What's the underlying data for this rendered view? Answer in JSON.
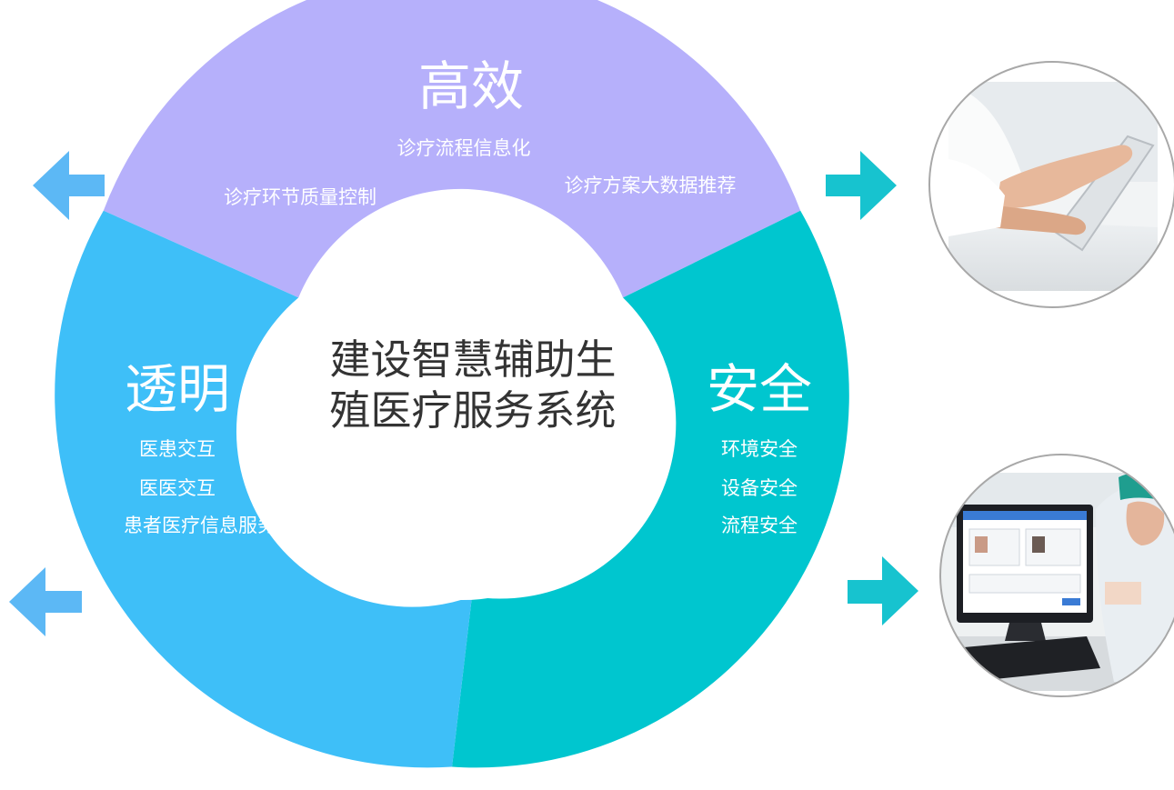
{
  "colors": {
    "efficient": "#b6b0fb",
    "transparent": "#3ebff8",
    "safe": "#00c6cf",
    "arrow_left": "#5cb8f5",
    "arrow_right": "#17c3cf",
    "center_text": "#333333"
  },
  "center": {
    "line1": "建设智慧辅助生",
    "line2": "殖医疗服务系统"
  },
  "efficient": {
    "title": "高效",
    "items": [
      "诊疗流程信息化",
      "诊疗环节质量控制",
      "诊疗方案大数据推荐"
    ]
  },
  "transparent": {
    "title": "透明",
    "items": [
      "医患交互",
      "医医交互",
      "患者医疗信息服务"
    ]
  },
  "safe": {
    "title": "安全",
    "items": [
      "环境安全",
      "设备安全",
      "流程安全"
    ]
  },
  "icons": {
    "arrows_left": [
      "arrow-left-icon",
      "arrow-left-icon"
    ],
    "arrows_right": [
      "arrow-right-icon",
      "arrow-right-icon"
    ]
  },
  "photos": [
    "photo-doctor-tablet",
    "photo-doctor-computer"
  ]
}
